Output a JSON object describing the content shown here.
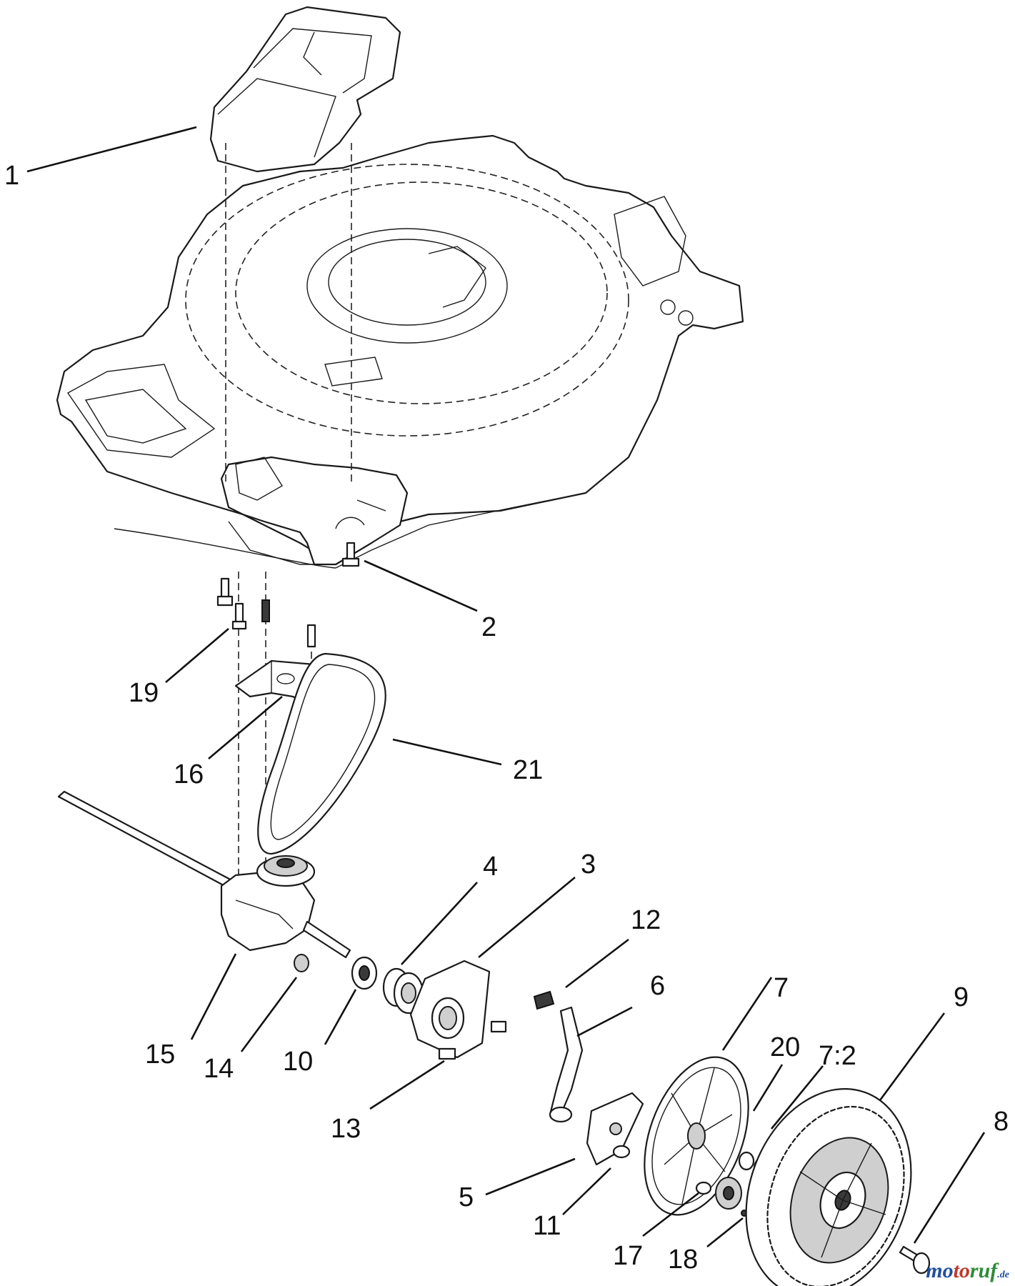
{
  "callouts": [
    "1",
    "2",
    "3",
    "4",
    "5",
    "6",
    "7",
    "7:2",
    "8",
    "9",
    "10",
    "11",
    "12",
    "13",
    "14",
    "15",
    "16",
    "17",
    "18",
    "19",
    "20",
    "21"
  ],
  "watermark": {
    "text": "motoruf",
    "suffix": ".de"
  }
}
